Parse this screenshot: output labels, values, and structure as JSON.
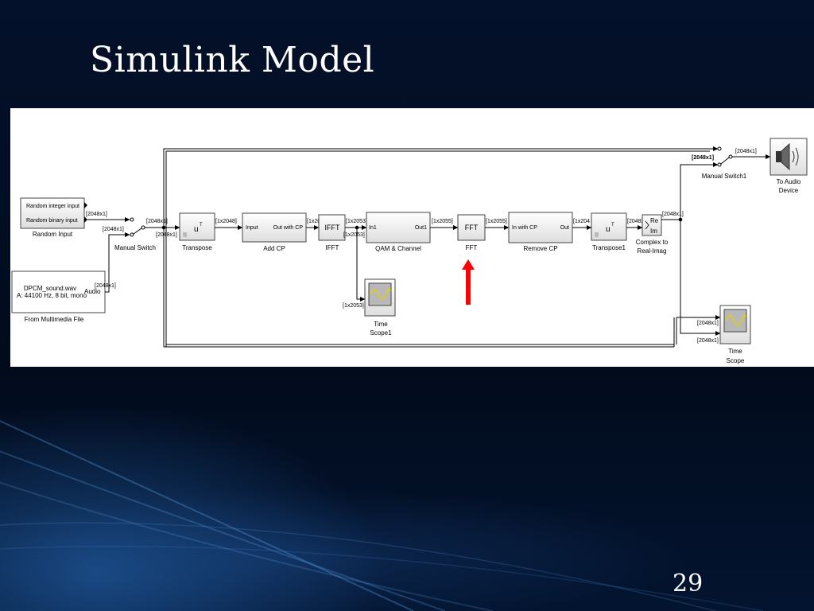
{
  "slide": {
    "title": "Simulink Model",
    "page_number": "29"
  },
  "blocks": {
    "random_input": {
      "line1": "Random integer input",
      "line2": "Random binary input",
      "label": "Random Input"
    },
    "multimedia": {
      "line1": "DPCM_sound.wav",
      "line2": "A: 44100 Hz, 8 bit, mono",
      "port": "Audio",
      "label": "From Multimedia File"
    },
    "manual_switch": {
      "label": "Manual Switch"
    },
    "manual_switch1": {
      "label": "Manual Switch1"
    },
    "transpose": {
      "symbol": "u",
      "sup": "T",
      "label": "Transpose"
    },
    "transpose1": {
      "symbol": "u",
      "sup": "T",
      "label": "Transpose1"
    },
    "add_cp": {
      "in": "Input",
      "out": "Out with CP",
      "label": "Add CP"
    },
    "ifft": {
      "text": "IFFT",
      "label": "IFFT"
    },
    "qam": {
      "in": "In1",
      "out": "Out1",
      "label": "QAM & Channel"
    },
    "fft": {
      "text": "FFT",
      "label": "FFT"
    },
    "remove_cp": {
      "in": "In with CP",
      "out": "Out",
      "label": "Remove CP"
    },
    "complex": {
      "re": "Re",
      "im": "Im",
      "label1": "Complex to",
      "label2": "Real-Imag"
    },
    "audio_device": {
      "label1": "To Audio",
      "label2": "Device"
    },
    "time_scope1": {
      "label1": "Time",
      "label2": "Scope1"
    },
    "time_scope": {
      "label1": "Time",
      "label2": "Scope"
    }
  },
  "signals": {
    "s1": "[2048x1]",
    "s2": "[2048x1]",
    "s3": "[2048x1]",
    "s4": "[2048x1]",
    "s5": "[2048x1]",
    "s6": "[1x2048]",
    "s7": "[1x2053]",
    "s8": "[1x2053]",
    "s9": "[1x2053]",
    "s10": "[1x2055]",
    "s11": "[1x2055]",
    "s12": "[1x204",
    "s13": "[2048x1]",
    "s14": "[2048x1]",
    "s15": "[2048x1]",
    "s16": "[2048x1]",
    "s17": "[2048x1]",
    "s18": "[2048x1]",
    "s19": "[1x2053]"
  },
  "colors": {
    "background": "#020c1e",
    "arrow": "#ff0000",
    "block_fill": "#eeeeee",
    "line": "#000000"
  }
}
